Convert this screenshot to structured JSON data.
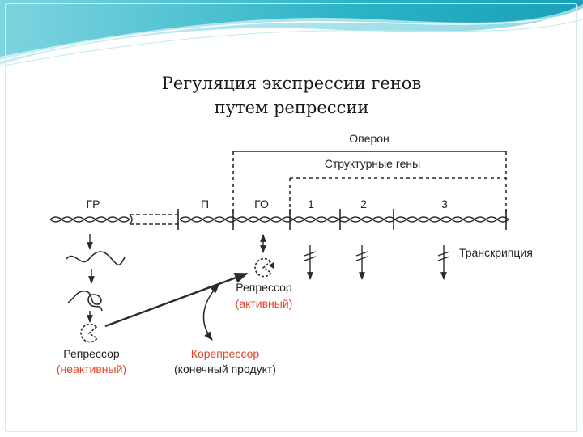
{
  "slide": {
    "title_line1": "Регуляция экспрессии генов",
    "title_line2": "путем репрессии"
  },
  "diagram": {
    "operon_label": "Оперон",
    "structural_genes_label": "Структурные гены",
    "regions": [
      "ГР",
      "П",
      "ГО",
      "1",
      "2",
      "3"
    ],
    "transcription_label": "Транскрипция",
    "repressor_active_label": "Репрессор",
    "repressor_active_state": "(активный)",
    "repressor_inactive_label": "Репрессор",
    "repressor_inactive_state": "(неактивный)",
    "corepressor_label": "Корепрессор",
    "end_product_label": "(конечный продукт)"
  },
  "colors": {
    "accent_red": "#e0452a",
    "line": "#2a2a2a",
    "header_teal": "#2fb6c8"
  }
}
